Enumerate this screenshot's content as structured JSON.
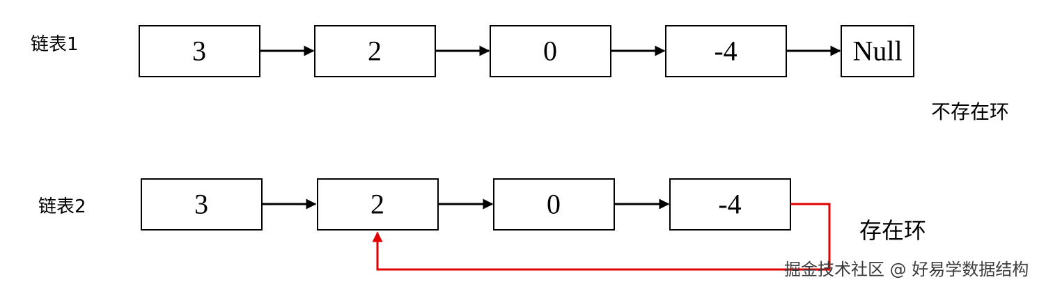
{
  "list1": {
    "label": "链表1",
    "nodes": [
      "3",
      "2",
      "0",
      "-4",
      "Null"
    ],
    "status": "不存在环"
  },
  "list2": {
    "label": "链表2",
    "nodes": [
      "3",
      "2",
      "0",
      "-4"
    ],
    "cycle_to_index": 1,
    "status": "存在环"
  },
  "colors": {
    "box_stroke": "#000000",
    "arrow": "#000000",
    "cycle_arrow": "#e00000"
  },
  "watermark": "掘金技术社区 @ 好易学数据结构"
}
